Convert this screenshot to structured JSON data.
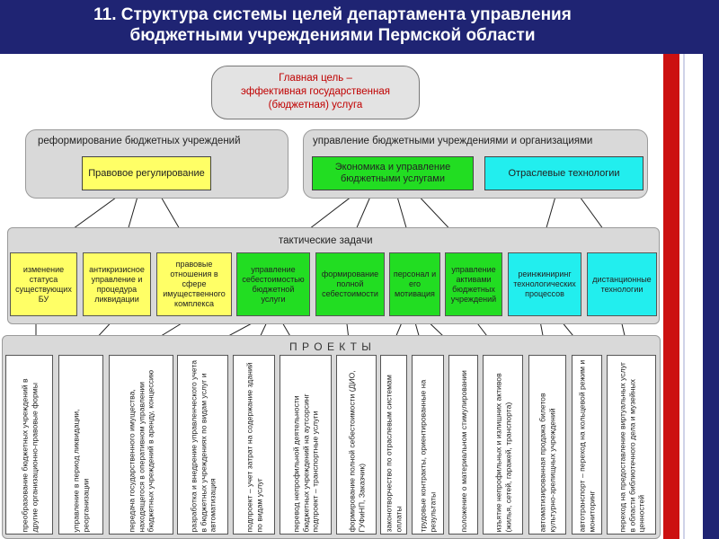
{
  "title": {
    "line1": "11. Структура системы целей департамента управления",
    "line2": "бюджетными учреждениями Пермской области"
  },
  "goal": {
    "line1": "Главная цель –",
    "line2": "эффективная государственная",
    "line3": "(бюджетная) услуга"
  },
  "strategic": {
    "left_title": "реформирование бюджетных учреждений",
    "right_title": "управление бюджетными учреждениями и организациями",
    "boxes": [
      "Правовое регулирование",
      "Экономика и управление бюджетными услугами",
      "Отраслевые технологии"
    ]
  },
  "tactical": {
    "title": "тактические задачи",
    "boxes": [
      "изменение статуса существующих БУ",
      "антикризисное управление и процедура ликвидации",
      "правовые отношения в сфере имущественного комплекса",
      "управление себестоимостью бюджетной услуги",
      "формирование полной себестоимости",
      "персонал и его мотивация",
      "управление активами бюджетных учреждений",
      "реинжиниринг технологических процессов",
      "дистанционные технологии"
    ]
  },
  "projects": {
    "title": "П Р О Е К Т Ы",
    "items": [
      "преобразование бюджетных учреждений в другие организационно-правовые формы",
      "управление в период ликвидации, реорганизации",
      "передача государственного имущества, находящегося в оперативном управлении бюджетных учреждений в аренду, концессию",
      "разработка и внедрение управленческого учета в бюджетных учреждениях по видам услуг и автоматизация",
      "подпроект – учет затрат на содержание зданий по видам услуг",
      "перевод непрофильной деятельности бюджетных учреждений на аутсорсинг подпроект – транспортные услуги",
      "формирование полной себестоимости (ДИО, ГУФиНП, Заказчик)",
      "законотворчество по отраслевым системам оплаты",
      "трудовые контракты, ориентированные на результаты",
      "положение о материальном стимулировании",
      "изъятие непрофильных и излишних активов (жилья, сетей, гаражей, транспорта)",
      "автоматизированная продажа билетов культурно-зрелищных учреждений",
      "автотранспорт – переход на кольцевой режим и мониторинг",
      "переход на предоставление виртуальных услуг в области библиотечного дела и музейных ценностей"
    ]
  },
  "colors": {
    "title_bg": "#1f2473",
    "legal": "#ffff66",
    "economics": "#22dd22",
    "tech": "#22eeee",
    "goal_text": "#c00000"
  }
}
